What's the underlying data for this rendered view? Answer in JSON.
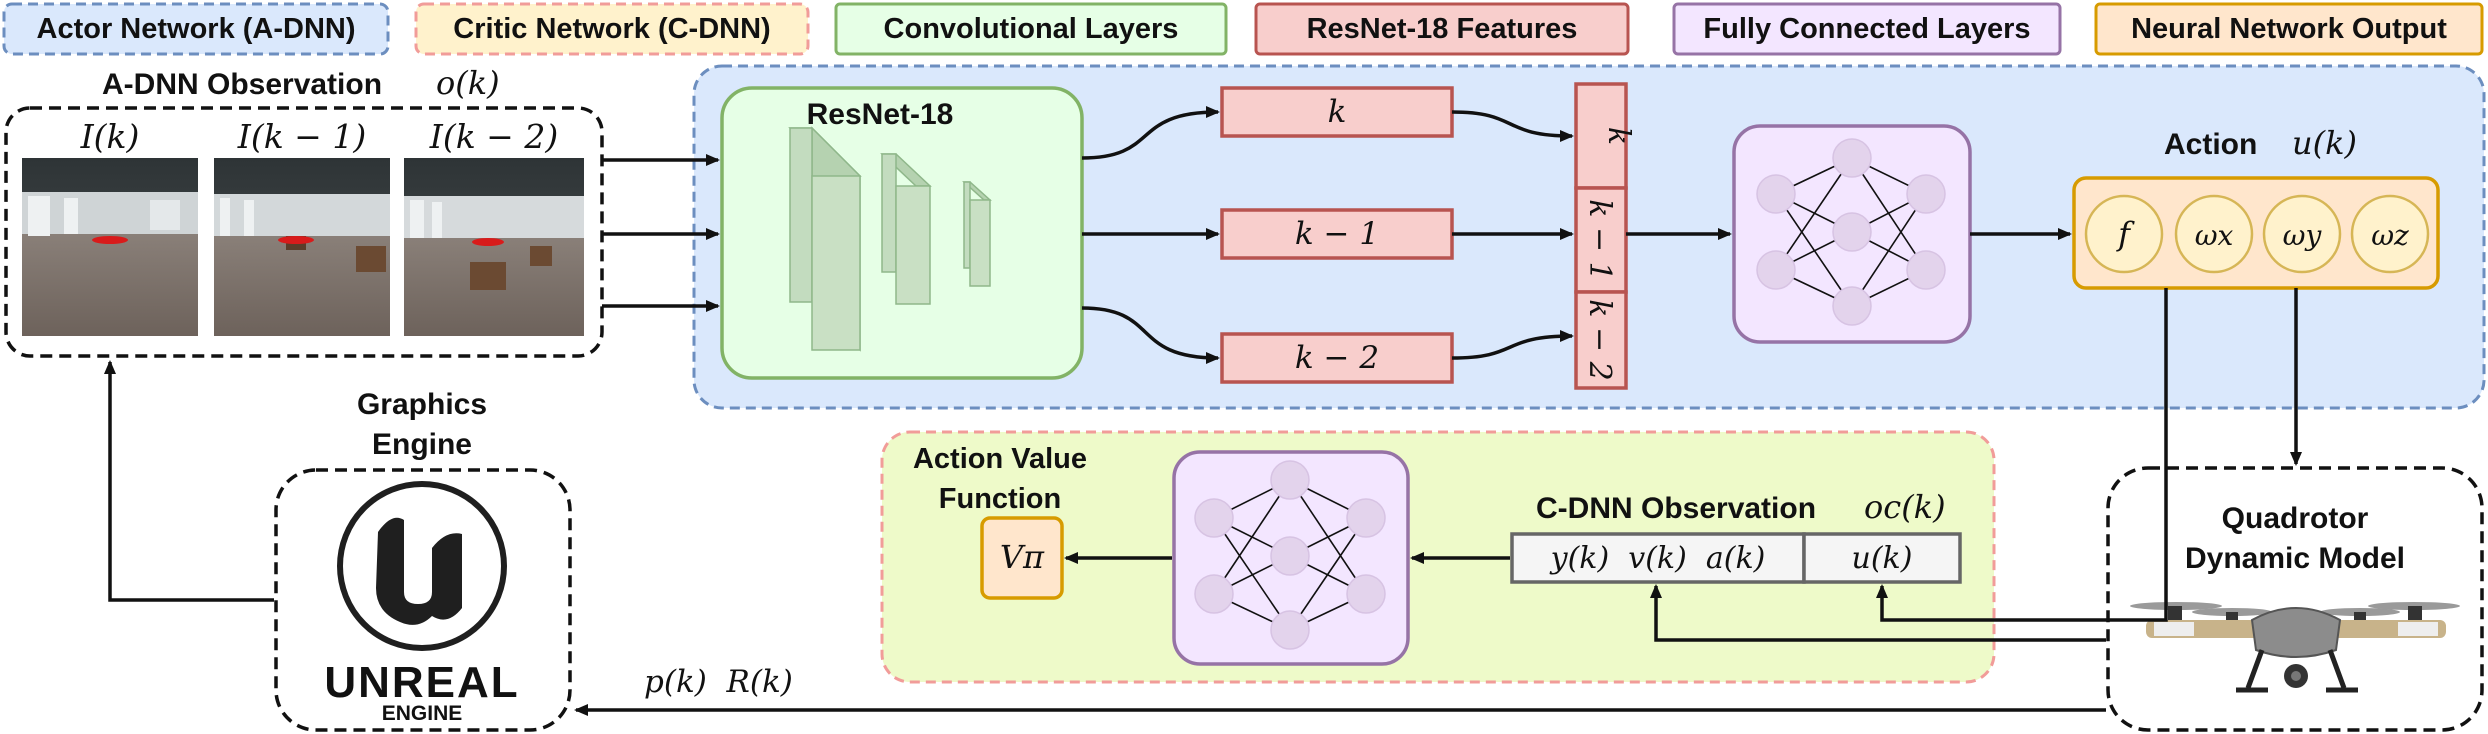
{
  "legend": [
    {
      "key": "actor",
      "label": "Actor Network (A-DNN)",
      "fill": "#dae8fc",
      "stroke": "#6c8ebf"
    },
    {
      "key": "critic",
      "label": "Critic Network (C-DNN)",
      "fill": "#fff2cc",
      "stroke": "#f19c99"
    },
    {
      "key": "conv",
      "label": "Convolutional Layers",
      "fill": "#e6ffe6",
      "stroke": "#82b366"
    },
    {
      "key": "resnet",
      "label": "ResNet-18 Features",
      "fill": "#f8cecc",
      "stroke": "#b85450"
    },
    {
      "key": "fc",
      "label": "Fully Connected Layers",
      "fill": "#f3e6ff",
      "stroke": "#9673a6"
    },
    {
      "key": "output",
      "label": "Neural Network Output",
      "fill": "#ffe6cc",
      "stroke": "#d79b00"
    }
  ],
  "observation": {
    "title": "A-DNN Observation",
    "symbol": "o(k)",
    "images": [
      "I(k)",
      "I(k − 1)",
      "I(k − 2)"
    ]
  },
  "resnet": {
    "title": "ResNet-18"
  },
  "features": [
    "k",
    "k − 1",
    "k − 2"
  ],
  "stacked_features": [
    "k",
    "k − 1",
    "k − 2"
  ],
  "action": {
    "title": "Action",
    "symbol": "u(k)",
    "outputs": [
      "f",
      "ωx",
      "ωy",
      "ωz"
    ]
  },
  "graphics_engine": {
    "title_line1": "Graphics",
    "title_line2": "Engine",
    "logo_line1": "UNREAL",
    "logo_line2": "ENGINE"
  },
  "quadrotor": {
    "line1": "Quadrotor",
    "line2": "Dynamic Model"
  },
  "critic": {
    "title": "C-DNN Observation",
    "symbol": "oc(k)",
    "state_cell": "y(k)  v(k)  a(k)",
    "action_cell": "u(k)",
    "value_title_line1": "Action Value",
    "value_title_line2": "Function",
    "value_symbol": "Vπ"
  },
  "feedback_label": "p(k)  R(k)"
}
